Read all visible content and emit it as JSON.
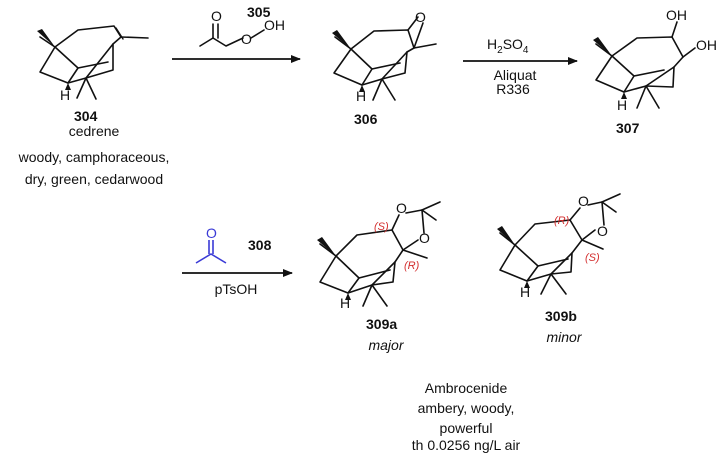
{
  "compounds": {
    "c304": {
      "number": "304",
      "name": "cedrene",
      "odor_line1": "woody, camphoraceous,",
      "odor_line2": "dry, green, cedarwood"
    },
    "c306": {
      "number": "306"
    },
    "c307": {
      "number": "307"
    },
    "c309a": {
      "number": "309a",
      "note": "major"
    },
    "c309b": {
      "number": "309b",
      "note": "minor"
    }
  },
  "reagents": {
    "peracid_number": "305",
    "step2_line1": "Aliquat",
    "step2_line2": "R336",
    "acetone_number": "308",
    "step3_catalyst": "pTsOH"
  },
  "atoms": {
    "O": "O",
    "OH": "OH",
    "H": "H"
  },
  "stereo_labels": {
    "S": "(S)",
    "R": "(R)"
  },
  "product_info": {
    "name": "Ambrocenide",
    "odor_line1": "ambery, woody,",
    "odor_line2": "powerful",
    "threshold": "th 0.0256 ng/L air"
  },
  "colors": {
    "acetone": "#3a3ad6",
    "stereo_label": "#d32f2f",
    "ink": "#111111"
  }
}
